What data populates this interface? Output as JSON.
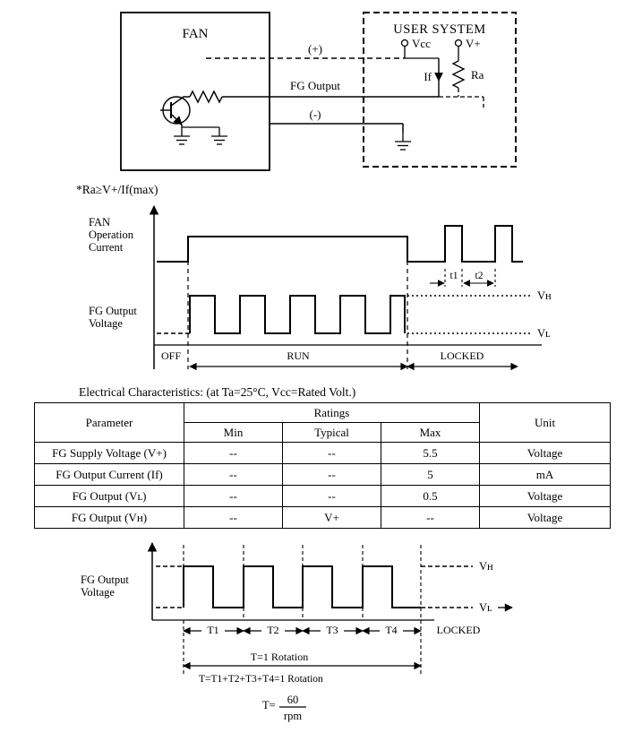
{
  "circuit": {
    "fan_title": "FAN",
    "user_system_title": "USER SYSTEM",
    "plus": "(+)",
    "fg_output": "FG Output",
    "minus": "(-)",
    "vcc": "Vcc",
    "vplus": "V+",
    "if": "If",
    "ra": "Ra",
    "note": "*Ra≥V+/If(max)"
  },
  "timing1": {
    "label_fan_1": "FAN",
    "label_fan_2": "Operation",
    "label_fan_3": "Current",
    "label_fg_1": "FG Output",
    "label_fg_2": "Voltage",
    "t1": "t1",
    "t2": "t2",
    "vh": "Vʜ",
    "vl": "Vʟ",
    "off": "OFF",
    "run": "RUN",
    "locked": "LOCKED"
  },
  "table": {
    "title": "Electrical Characteristics: (at Ta=25°C, Vcc=Rated Volt.)",
    "col_parameter": "Parameter",
    "col_ratings": "Ratings",
    "col_min": "Min",
    "col_typical": "Typical",
    "col_max": "Max",
    "col_unit": "Unit",
    "rows": [
      {
        "parameter": "FG Supply Voltage (V+)",
        "min": "--",
        "typical": "--",
        "max": "5.5",
        "unit": "Voltage"
      },
      {
        "parameter": "FG Output Current (If)",
        "min": "--",
        "typical": "--",
        "max": "5",
        "unit": "mA"
      },
      {
        "parameter": "FG Output (Vʟ)",
        "min": "--",
        "typical": "--",
        "max": "0.5",
        "unit": "Voltage"
      },
      {
        "parameter": "FG Output (Vʜ)",
        "min": "--",
        "typical": "V+",
        "max": "--",
        "unit": "Voltage"
      }
    ]
  },
  "timing2": {
    "label_fg_1": "FG Output",
    "label_fg_2": "Voltage",
    "vh": "Vʜ",
    "vl": "Vʟ",
    "t1": "T1",
    "t2": "T2",
    "t3": "T3",
    "t4": "T4",
    "locked": "LOCKED",
    "rotation": "T=1 Rotation",
    "rotation_sum": "T=T1+T2+T3+T4=1 Rotation",
    "formula_lhs": "T=",
    "formula_num": "60",
    "formula_den": "rpm"
  }
}
